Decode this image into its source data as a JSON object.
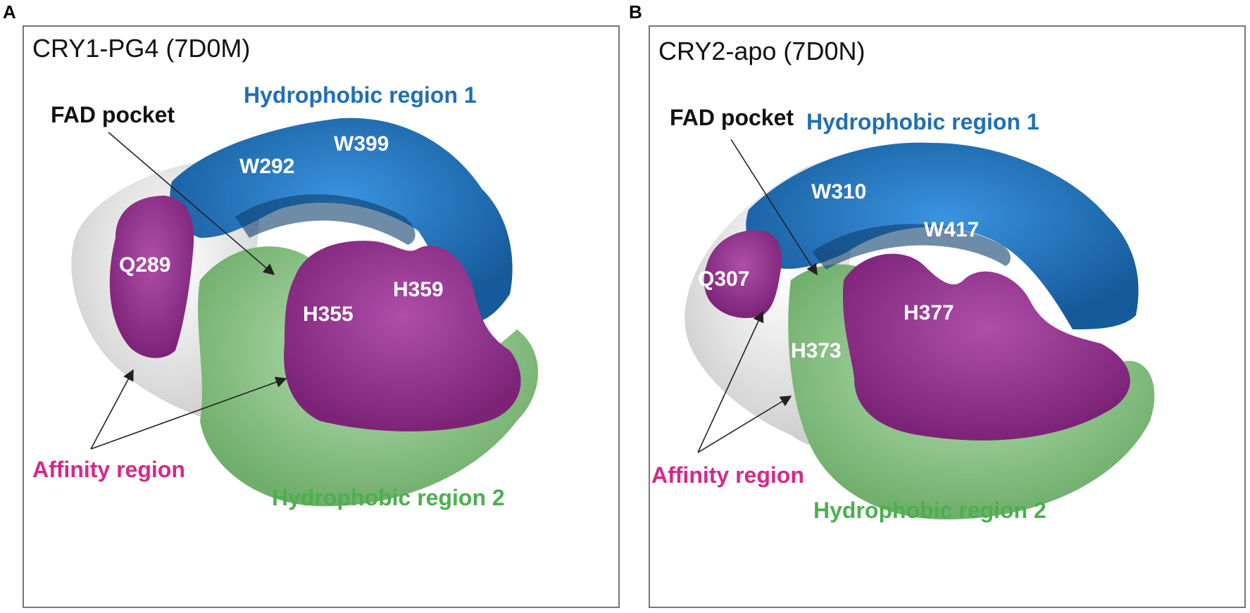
{
  "panels": [
    {
      "letter": "A",
      "title": "CRY1-PG4 (7D0M)",
      "labels": {
        "fad_pocket": "FAD pocket",
        "hydrophobic_region_1": "Hydrophobic region 1",
        "hydrophobic_region_2": "Hydrophobic region 2",
        "affinity_region": "Affinity region"
      },
      "residues": [
        "Q289",
        "W292",
        "W399",
        "H355",
        "H359"
      ]
    },
    {
      "letter": "B",
      "title": "CRY2-apo (7D0N)",
      "labels": {
        "fad_pocket": "FAD pocket",
        "hydrophobic_region_1": "Hydrophobic region 1",
        "hydrophobic_region_2": "Hydrophobic region 2",
        "affinity_region": "Affinity region"
      },
      "residues": [
        "Q307",
        "W310",
        "W417",
        "H373",
        "H377"
      ]
    }
  ],
  "colors": {
    "hydrophobic_region_1": "#1f6fb5",
    "hydrophobic_region_2": "#8fc58c",
    "affinity_region": "#9b2f94",
    "surface": "#e4e4e4"
  }
}
